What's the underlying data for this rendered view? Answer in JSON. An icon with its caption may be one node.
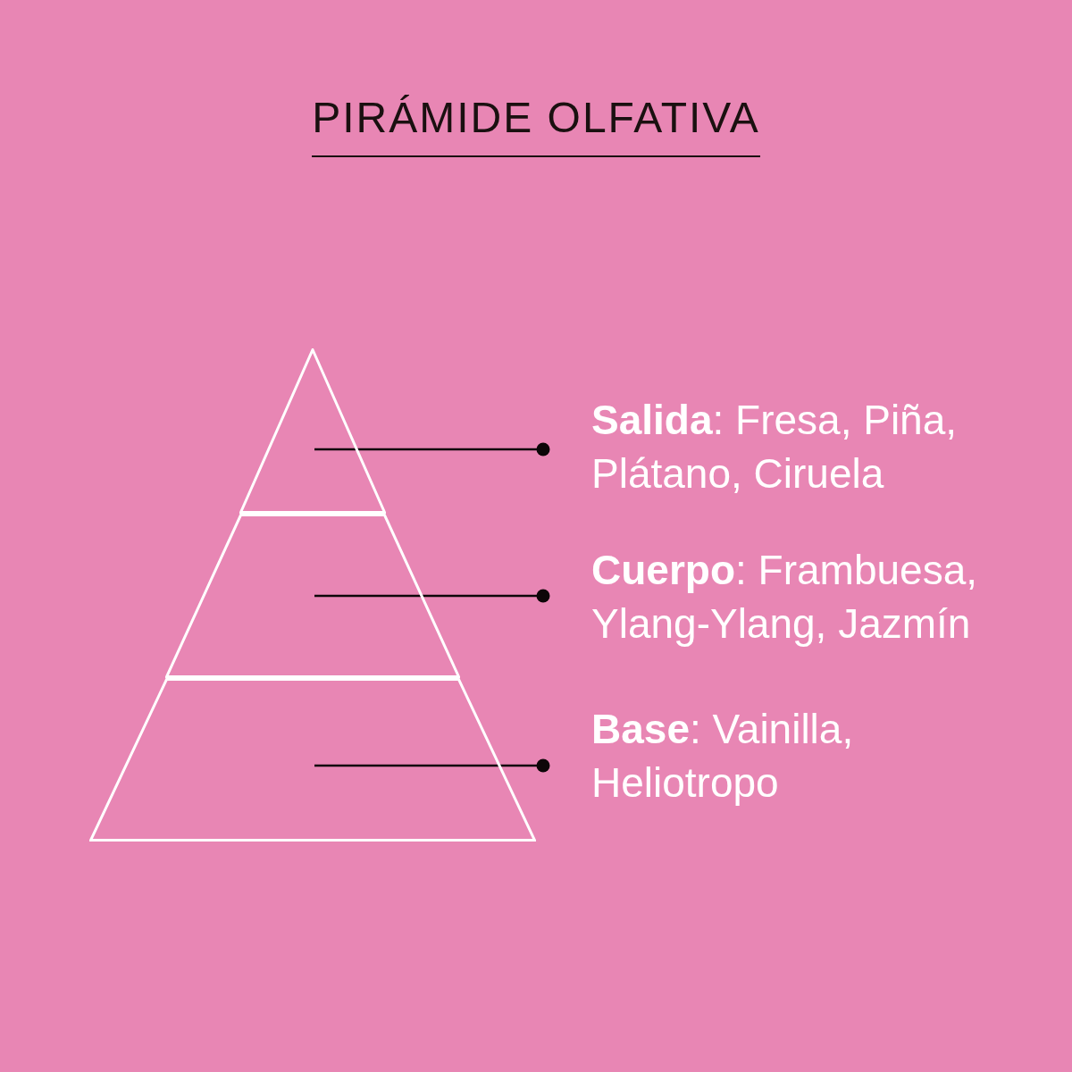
{
  "diagram": {
    "title": "PIRÁMIDE OLFATIVA",
    "nodes": [
      {
        "text": [],
        "shape": "triangle"
      },
      {
        "text": [],
        "shape": "trapezoid"
      },
      {
        "text": [],
        "shape": "trapezoid"
      },
      {
        "text": [
          "**Salida**: Fresa, Piña, Plátano, Ciruela"
        ]
      },
      {
        "text": [
          "**Cuerpo**: Frambuesa, Ylang-Ylang, Jazmín"
        ]
      },
      {
        "text": [
          "**Base**: Vainilla, Heliotropo"
        ]
      }
    ],
    "edges": [
      {
        "from": 3,
        "to": 0,
        "arrow": "other"
      },
      {
        "from": 4,
        "to": 1,
        "arrow": "other"
      },
      {
        "from": 5,
        "to": 2,
        "arrow": "other"
      }
    ]
  }
}
